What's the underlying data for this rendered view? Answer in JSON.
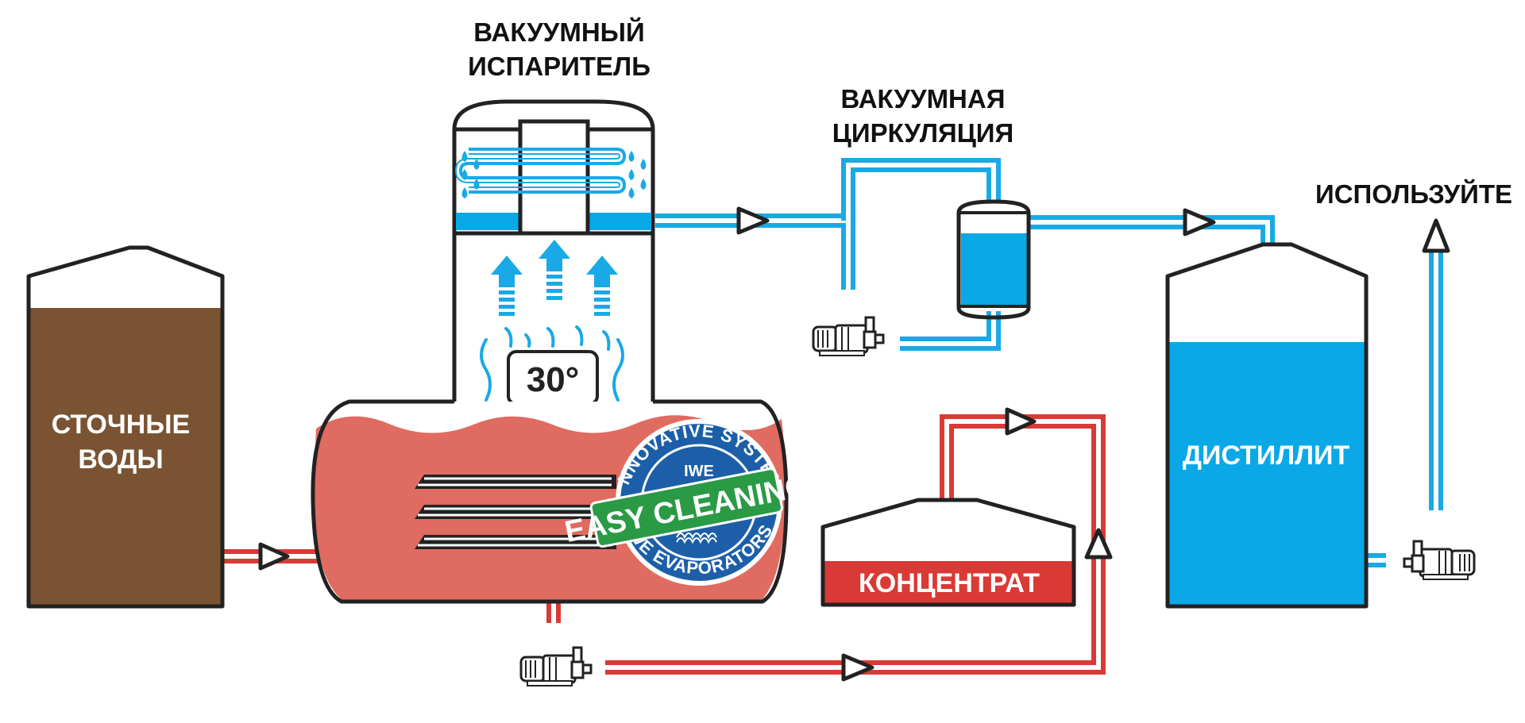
{
  "labels": {
    "evaporator_line1": "ВАКУУМНЫЙ",
    "evaporator_line2": "ИСПАРИТЕЛЬ",
    "circulation_line1": "ВАКУУМНАЯ",
    "circulation_line2": "ЦИРКУЛЯЦИЯ",
    "use": "ИСПОЛЬЗУЙТЕ",
    "wastewater_line1": "СТОЧНЫЕ",
    "wastewater_line2": "ВОДЫ",
    "distillate": "ДИСТИЛЛИТ",
    "concentrate": "КОНЦЕНТРАТ",
    "temperature": "30°"
  },
  "badge": {
    "top_arc": "INNOVATIVE SYSTEM",
    "bottom_arc": "IWE EVAPORATORS",
    "main": "EASY CLEANING",
    "logo": "IWE"
  },
  "colors": {
    "wastewater": "#7a5432",
    "concentrate": "#e06b60",
    "concentrate_dark": "#d93a35",
    "distillate": "#0aa8e6",
    "vacuum_pipe": "#19a9e6",
    "badge_blue": "#1c5fa8",
    "badge_green": "#2a9a45",
    "outline": "#222222"
  },
  "icons": [
    "pump-icon",
    "flow-arrow-icon",
    "steam-arrow-icon",
    "water-drop-icon",
    "heat-wave-icon"
  ]
}
